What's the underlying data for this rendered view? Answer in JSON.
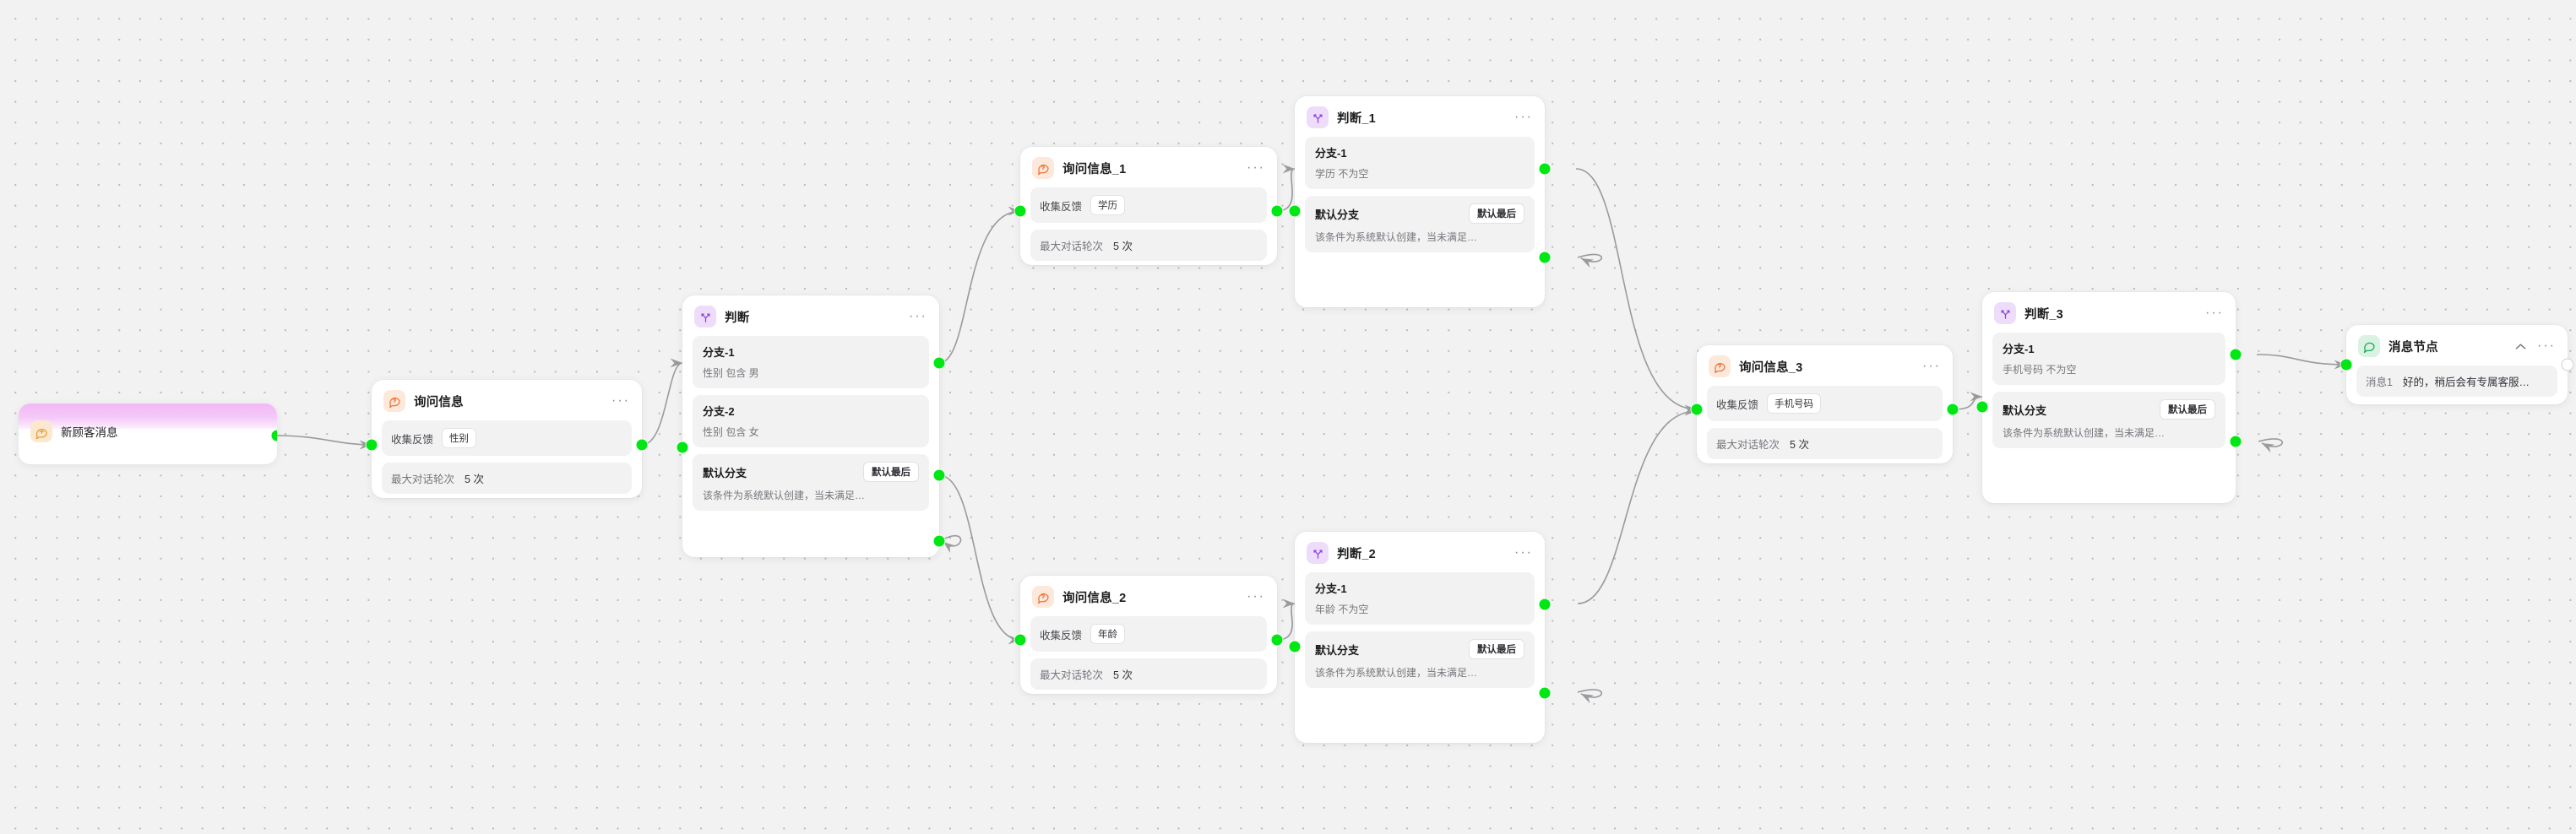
{
  "canvas": {
    "background_color": "#f2f2f2",
    "dot_color": "#b9b9b9",
    "handle_color": "#00e713",
    "edge_color": "#9a9a9f"
  },
  "labels": {
    "collect_feedback": "收集反馈",
    "max_rounds": "最大对话轮次",
    "max_rounds_value": "5 次",
    "default_branch": "默认分支",
    "default_badge": "默认最后",
    "default_desc": "该条件为系统默认创建，当未满足…",
    "dots": "···",
    "chevron_up": "︿"
  },
  "nodes": {
    "start": {
      "title": "新顾客消息",
      "icon": "message-plus-icon"
    },
    "ask_0": {
      "title": "询问信息",
      "icon": "question-bubble-icon",
      "collect_label": "收集反馈",
      "collect_chip": "性别",
      "rounds_label": "最大对话轮次",
      "rounds_value": "5 次"
    },
    "branch_0": {
      "title": "判断",
      "icon": "branch-fork-icon",
      "branches": [
        {
          "name": "分支-1",
          "condition": "性别 包含 男",
          "badge": ""
        },
        {
          "name": "分支-2",
          "condition": "性别 包含 女",
          "badge": ""
        },
        {
          "name": "默认分支",
          "condition": "该条件为系统默认创建，当未满足…",
          "badge": "默认最后"
        }
      ]
    },
    "ask_1": {
      "title": "询问信息_1",
      "icon": "question-bubble-icon",
      "collect_label": "收集反馈",
      "collect_chip": "学历",
      "rounds_label": "最大对话轮次",
      "rounds_value": "5 次"
    },
    "branch_1": {
      "title": "判断_1",
      "icon": "branch-fork-icon",
      "branches": [
        {
          "name": "分支-1",
          "condition": "学历 不为空",
          "badge": ""
        },
        {
          "name": "默认分支",
          "condition": "该条件为系统默认创建，当未满足…",
          "badge": "默认最后"
        }
      ]
    },
    "ask_2": {
      "title": "询问信息_2",
      "icon": "question-bubble-icon",
      "collect_label": "收集反馈",
      "collect_chip": "年龄",
      "rounds_label": "最大对话轮次",
      "rounds_value": "5 次"
    },
    "branch_2": {
      "title": "判断_2",
      "icon": "branch-fork-icon",
      "branches": [
        {
          "name": "分支-1",
          "condition": "年龄 不为空",
          "badge": ""
        },
        {
          "name": "默认分支",
          "condition": "该条件为系统默认创建，当未满足…",
          "badge": "默认最后"
        }
      ]
    },
    "ask_3": {
      "title": "询问信息_3",
      "icon": "question-bubble-icon",
      "collect_label": "收集反馈",
      "collect_chip": "手机号码",
      "rounds_label": "最大对话轮次",
      "rounds_value": "5 次"
    },
    "branch_3": {
      "title": "判断_3",
      "icon": "branch-fork-icon",
      "branches": [
        {
          "name": "分支-1",
          "condition": "手机号码 不为空",
          "badge": ""
        },
        {
          "name": "默认分支",
          "condition": "该条件为系统默认创建，当未满足…",
          "badge": "默认最后"
        }
      ]
    },
    "message": {
      "title": "消息节点",
      "icon": "chat-bubble-icon",
      "message_label": "消息1",
      "message_text": "好的，稍后会有专属客服…"
    }
  }
}
